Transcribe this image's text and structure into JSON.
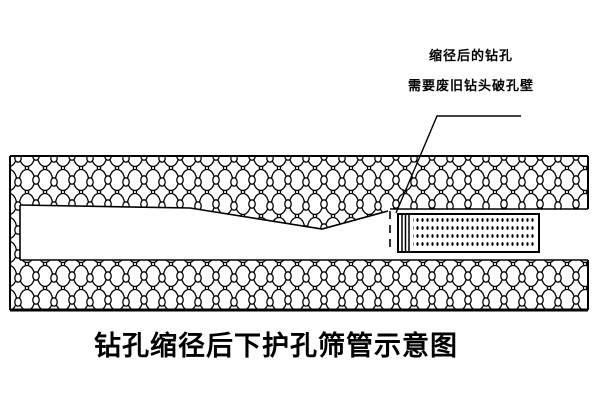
{
  "annotation": {
    "line1": "缩径后的钻孔",
    "line2": "需要废旧钻头破孔壁"
  },
  "caption": {
    "text": "钻孔缩径后下护孔筛管示意图"
  },
  "colors": {
    "ink": "#000000",
    "background": "#ffffff"
  }
}
